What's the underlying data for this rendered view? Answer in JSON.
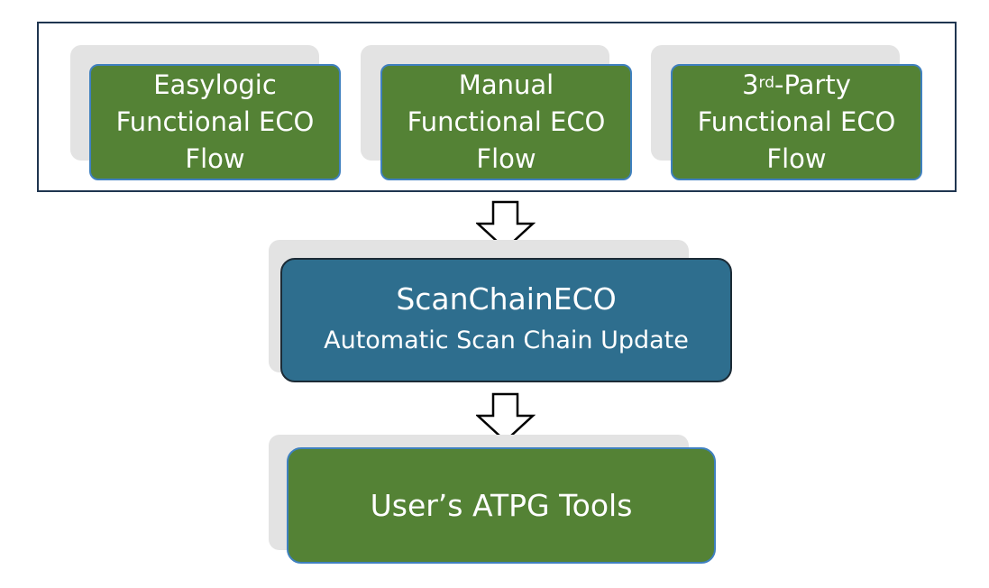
{
  "top_group": {
    "boxes": [
      {
        "line1": "Easylogic",
        "line2": "Functional ECO",
        "line3": "Flow"
      },
      {
        "line1": "Manual",
        "line2": "Functional ECO",
        "line3": "Flow"
      },
      {
        "line1_base": "3",
        "line1_sup": "rd",
        "line1_rest": "-Party",
        "line2": "Functional ECO",
        "line3": "Flow"
      }
    ]
  },
  "middle_box": {
    "title": "ScanChainECO",
    "subtitle": "Automatic Scan Chain Update",
    "color": "#2e6e8e"
  },
  "bottom_box": {
    "title": "User’s ATPG Tools",
    "color": "#548235"
  },
  "colors": {
    "green": "#548235",
    "teal": "#2e6e8e",
    "frame_border": "#1f3550",
    "shadow": "#e3e3e3"
  }
}
